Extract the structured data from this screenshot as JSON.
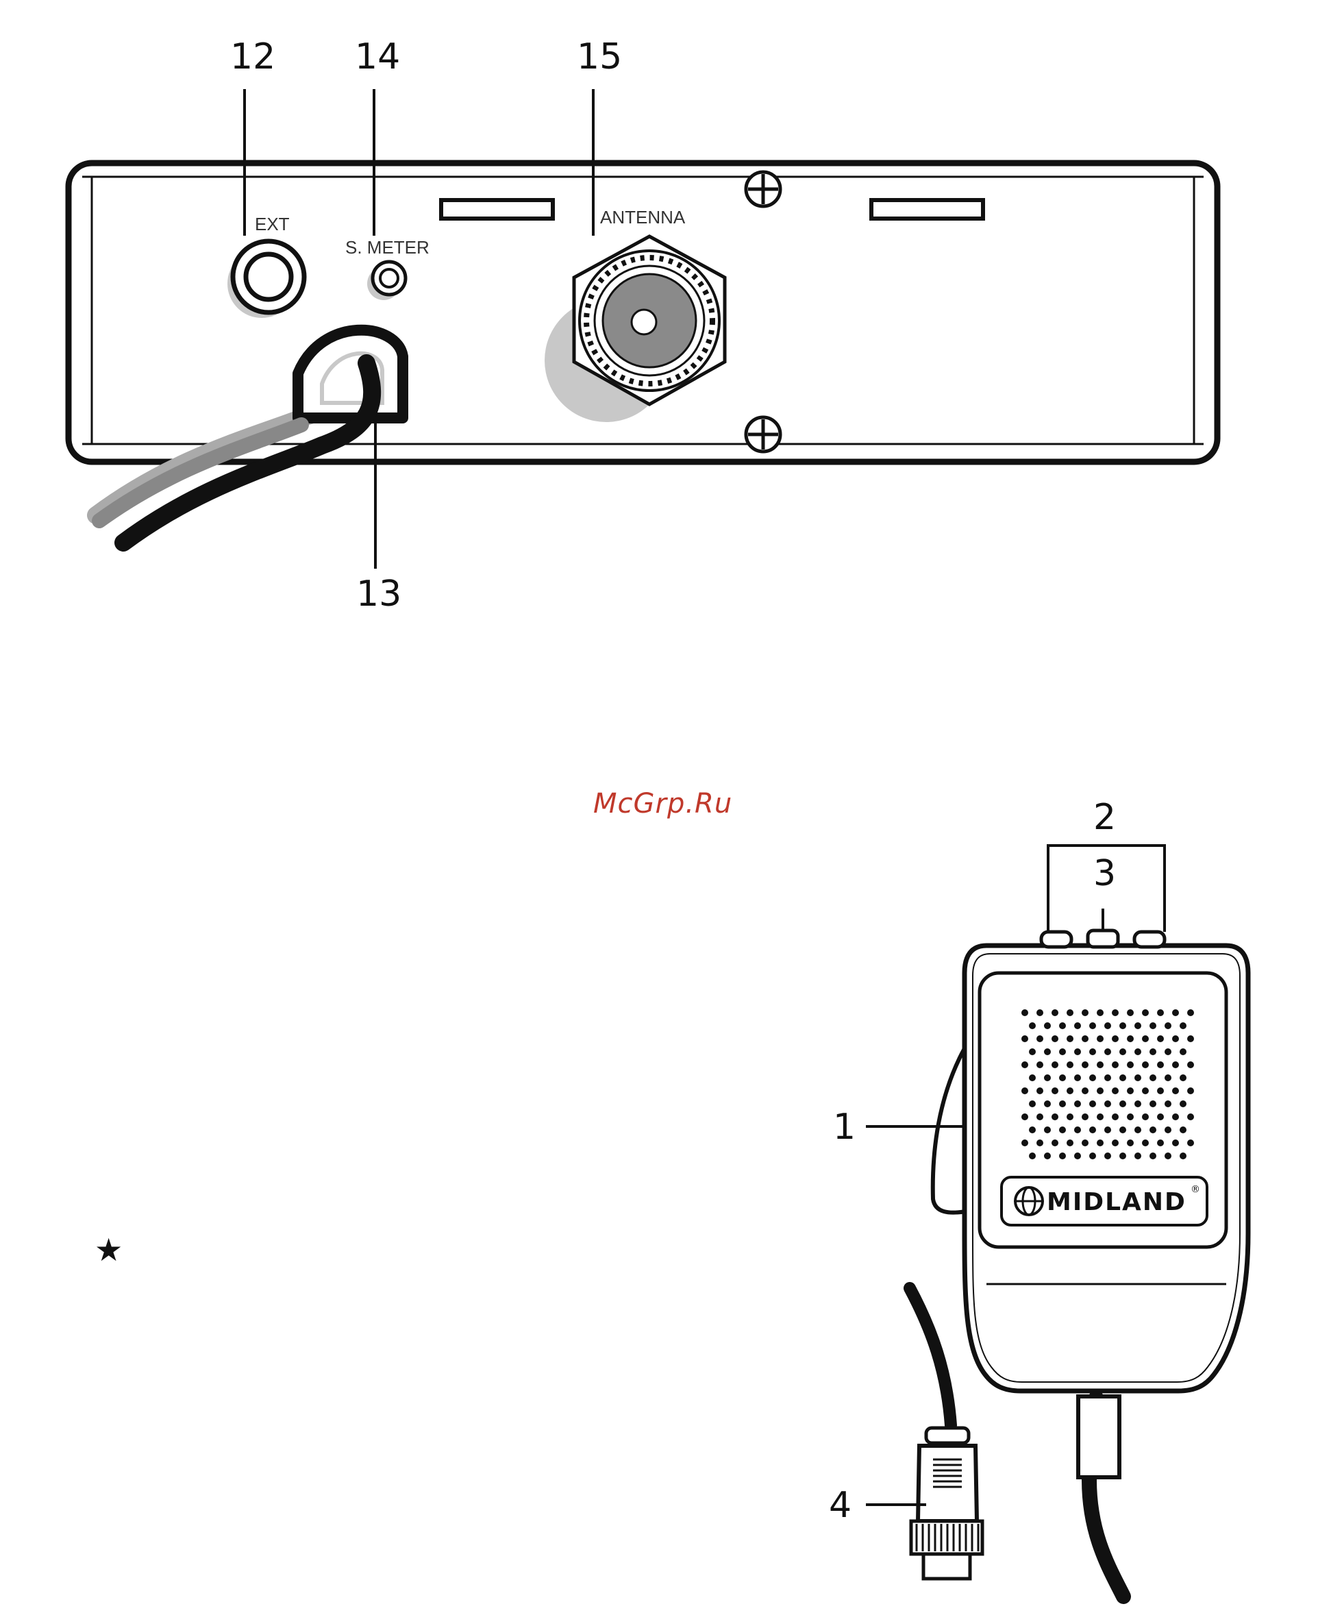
{
  "callouts": {
    "ext_jack": "12",
    "power_cable": "13",
    "s_meter_jack": "14",
    "antenna_connector": "15",
    "mic_side_ptt": "1",
    "mic_top_buttons": "2",
    "mic_top_center": "3",
    "mic_plug": "4"
  },
  "panel_labels": {
    "ext": "EXT",
    "s_meter": "S. METER",
    "antenna": "ANTENNA"
  },
  "watermark": "McGrp.Ru",
  "mic_brand": "MIDLAND",
  "registered_mark": "®",
  "bullet_symbol": "★"
}
